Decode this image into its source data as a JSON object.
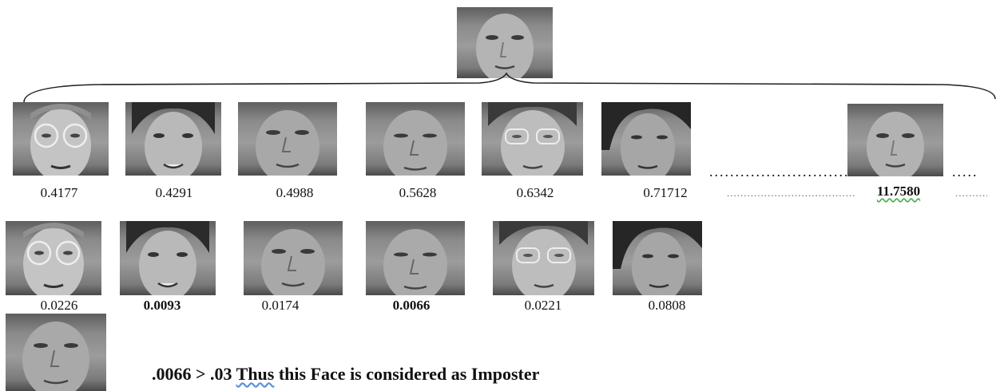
{
  "probe": {
    "icon": "probe-face-photo"
  },
  "gallery_row": [
    {
      "score": "0.4177",
      "bold": false,
      "icon": "face-photo-man-glasses"
    },
    {
      "score": "0.4291",
      "bold": false,
      "icon": "face-photo-young-woman-dark-hair"
    },
    {
      "score": "0.4988",
      "bold": false,
      "icon": "face-photo-woman-short-hair"
    },
    {
      "score": "0.5628",
      "bold": false,
      "icon": "face-photo-woman-short-hair"
    },
    {
      "score": "0.6342",
      "bold": false,
      "icon": "face-photo-woman-glasses"
    },
    {
      "score": "0.71712",
      "bold": false,
      "icon": "face-photo-young-woman-dark-hair"
    }
  ],
  "gallery_last": {
    "score": "11.7580",
    "bold": true,
    "icon": "face-photo-probe-match"
  },
  "second_row": [
    {
      "score": "0.0226",
      "bold": false,
      "icon": "face-photo-man-glasses"
    },
    {
      "score": "0.0093",
      "bold": true,
      "icon": "face-photo-young-woman-dark-hair"
    },
    {
      "score": "0.0174",
      "bold": false,
      "icon": "face-photo-woman-short-hair"
    },
    {
      "score": "0.0066",
      "bold": true,
      "icon": "face-photo-woman-short-hair"
    },
    {
      "score": "0.0221",
      "bold": false,
      "icon": "face-photo-woman-glasses"
    },
    {
      "score": "0.0808",
      "bold": false,
      "icon": "face-photo-young-woman-dark-hair"
    }
  ],
  "test_face": {
    "icon": "test-face-photo"
  },
  "conclusion": {
    "part1": ".0066 > .03 ",
    "thus": "Thus",
    "part2": " this Face is considered as Imposter"
  }
}
